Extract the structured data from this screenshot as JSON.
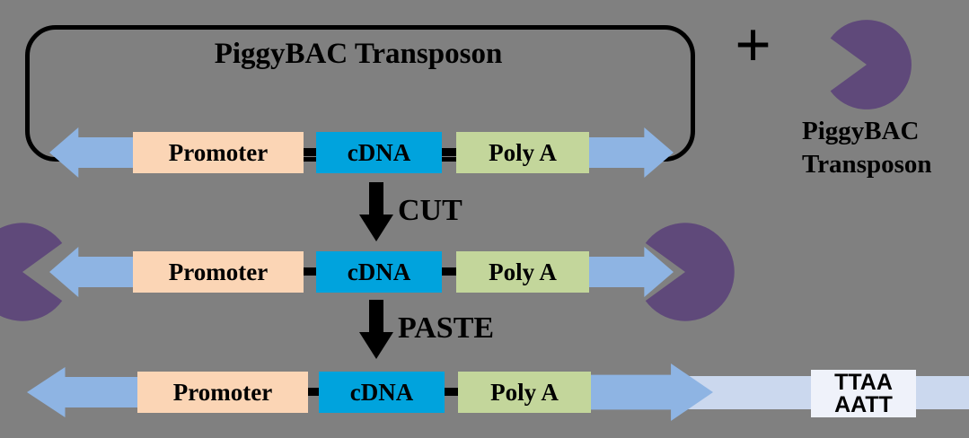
{
  "diagram": {
    "title": "PiggyBAC Transposon",
    "plus_sign": "+",
    "enzyme": {
      "line1": "PiggyBAC",
      "line2": "Transposon"
    },
    "steps": {
      "cut_label": "CUT",
      "paste_label": "PASTE"
    },
    "elements": {
      "promoter": "Promoter",
      "cdna": "cDNA",
      "polya": "Poly A"
    },
    "insertion_site": {
      "top_strand": "TTAA",
      "bottom_strand": "AATT"
    },
    "colors": {
      "background": "#808080",
      "itr_arrow": "#8EB4E3",
      "promoter_box": "#FBD5B5",
      "cdna_box": "#00A3DD",
      "polya_box": "#C3D69B",
      "transposase": "#5F497A",
      "genome_bar": "#CBD8EE",
      "insertion_box": "#EFF2FA",
      "step_arrow": "#000000"
    }
  }
}
